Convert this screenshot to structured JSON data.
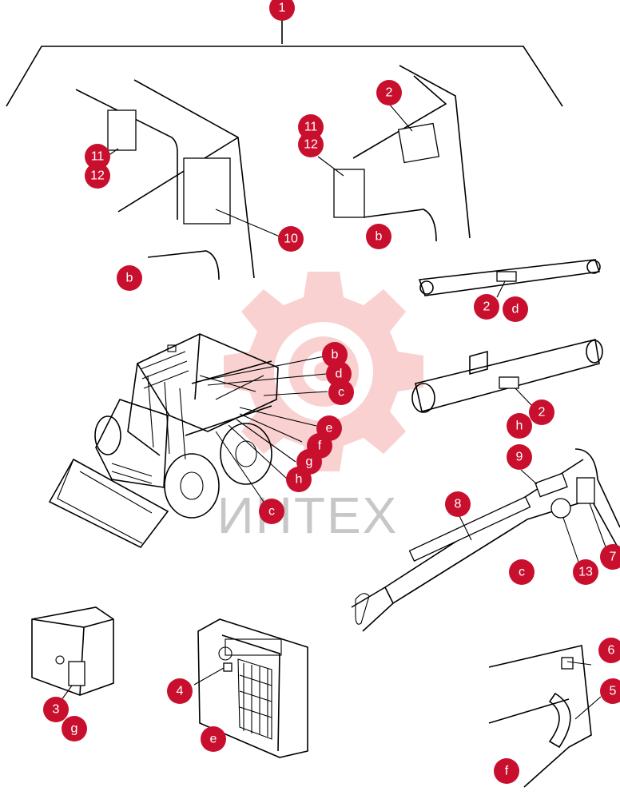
{
  "watermark": {
    "text": "ИНТЕХ",
    "color": "#f39a9a"
  },
  "callout_color": "#c8102e",
  "callouts": [
    {
      "label": "1"
    },
    {
      "label": "2"
    },
    {
      "label": "11"
    },
    {
      "label": "12"
    },
    {
      "label": "11"
    },
    {
      "label": "12"
    },
    {
      "label": "10"
    },
    {
      "label": "b"
    },
    {
      "label": "b"
    },
    {
      "label": "2"
    },
    {
      "label": "d"
    },
    {
      "label": "b"
    },
    {
      "label": "d"
    },
    {
      "label": "c"
    },
    {
      "label": "e"
    },
    {
      "label": "f"
    },
    {
      "label": "g"
    },
    {
      "label": "h"
    },
    {
      "label": "c"
    },
    {
      "label": "2"
    },
    {
      "label": "h"
    },
    {
      "label": "9"
    },
    {
      "label": "8"
    },
    {
      "label": "7"
    },
    {
      "label": "13"
    },
    {
      "label": "c"
    },
    {
      "label": "6"
    },
    {
      "label": "5"
    },
    {
      "label": "f"
    },
    {
      "label": "4"
    },
    {
      "label": "e"
    },
    {
      "label": "3"
    },
    {
      "label": "g"
    }
  ]
}
